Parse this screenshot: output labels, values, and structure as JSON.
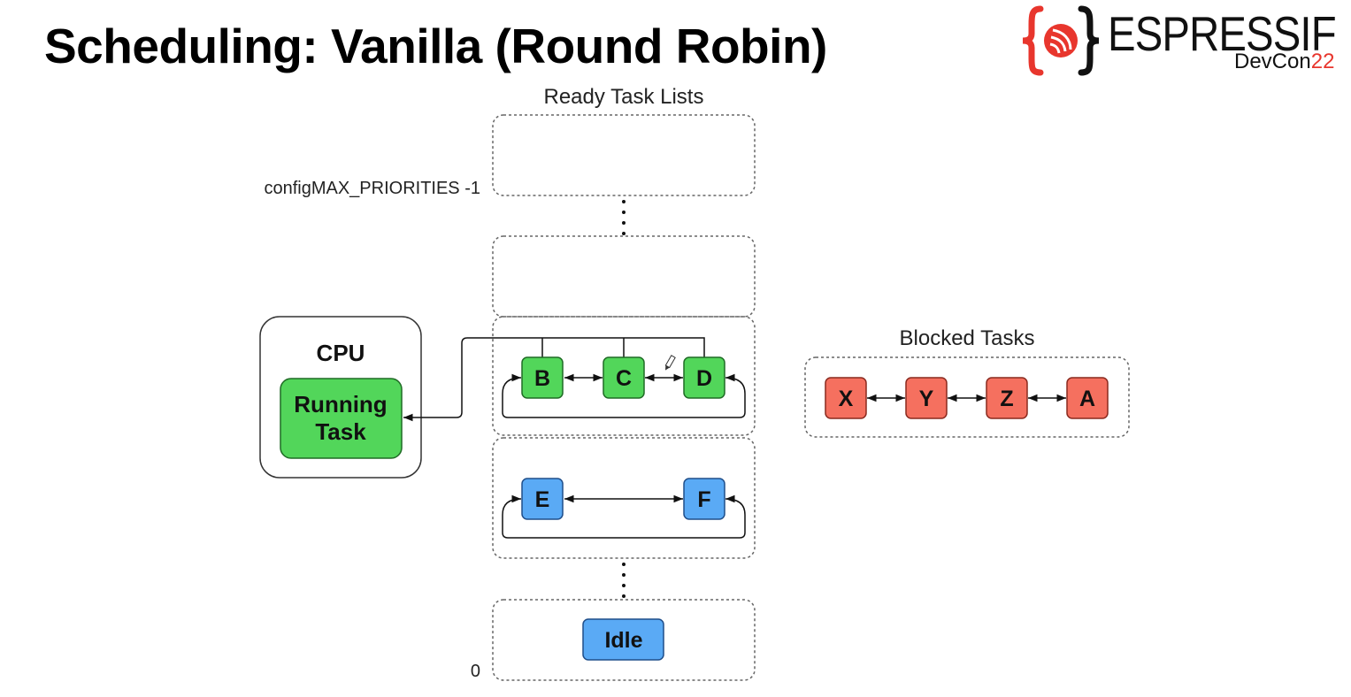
{
  "slide": {
    "title": "Scheduling: Vanilla (Round Robin)"
  },
  "logo": {
    "word": "ESPRESSIF",
    "sub_main": "DevCon",
    "sub_accent": "22",
    "brand_color": "#e8362d",
    "icon": "espressif-brace-logo-icon"
  },
  "ready_lists": {
    "title": "Ready Task Lists",
    "top_priority_label": "configMAX_PRIORITIES -1",
    "bottom_priority_label": "0"
  },
  "cpu": {
    "title": "CPU",
    "running_line1": "Running",
    "running_line2": "Task"
  },
  "tasks": {
    "green": [
      "B",
      "C",
      "D"
    ],
    "blue": [
      "E",
      "F"
    ],
    "idle": "Idle"
  },
  "blocked": {
    "title": "Blocked Tasks",
    "tasks": [
      "X",
      "Y",
      "Z",
      "A"
    ]
  },
  "colors": {
    "green_task": "#52d65a",
    "blue_task": "#5aaaf5",
    "red_task": "#f5705f",
    "pen_cursor_icon": "pen-cursor-icon"
  }
}
